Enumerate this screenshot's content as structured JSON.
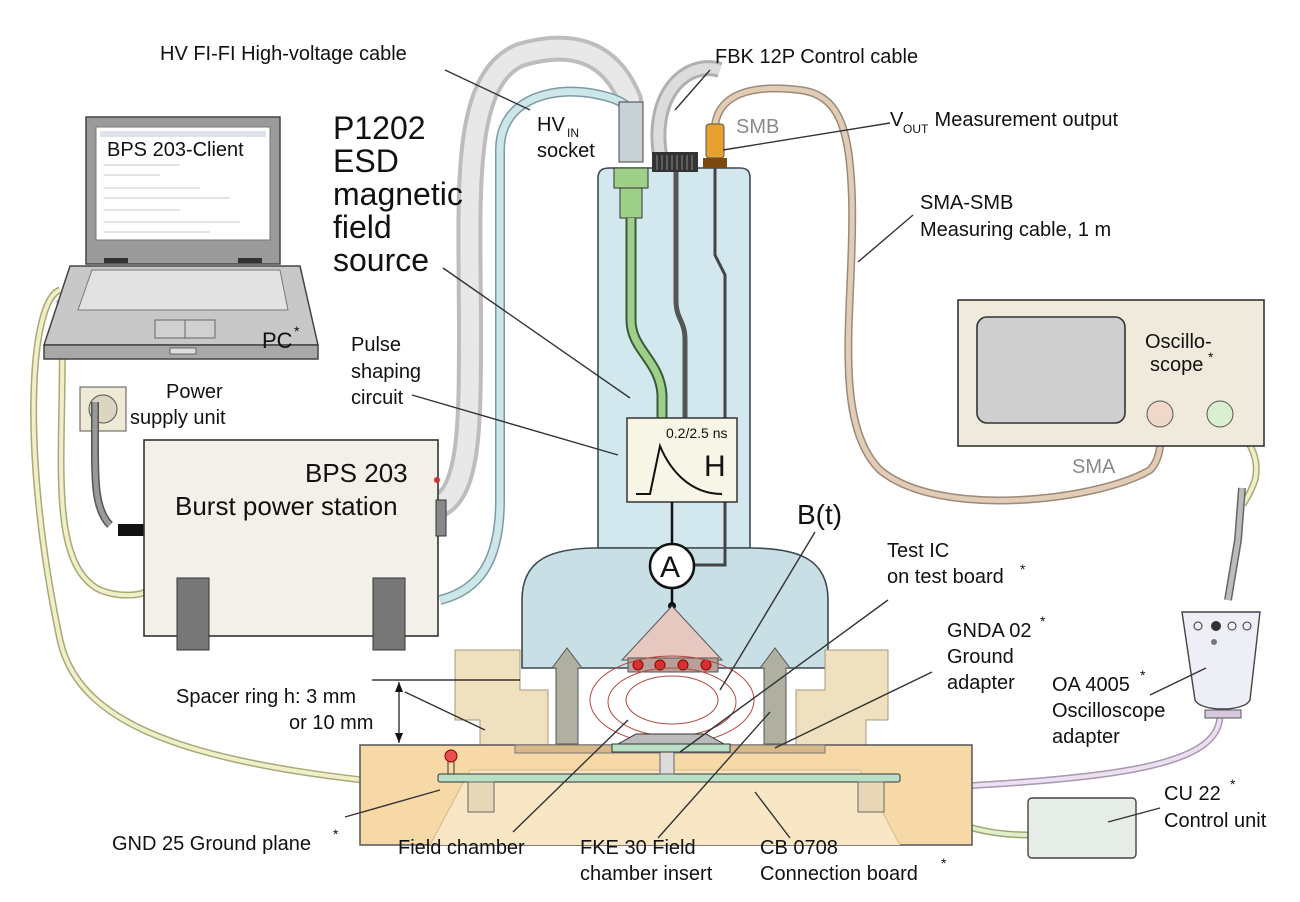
{
  "labels": {
    "hv_cable": "HV FI-FI High-voltage cable",
    "fbk_cable": "FBK 12P Control cable",
    "hv_in_main": "HV",
    "hv_in_sub": "IN",
    "hv_socket": "socket",
    "smb": "SMB",
    "vout_main": "V",
    "vout_sub": "OUT",
    "vout_rest": " Measurement output",
    "sma_smb_1": "SMA-SMB",
    "sma_smb_2": "Measuring cable, 1 m",
    "source_1": "P1202",
    "source_2": "ESD",
    "source_3": "magnetic",
    "source_4": "field",
    "source_5": "source",
    "pulse_1": "Pulse",
    "pulse_2": "shaping",
    "pulse_3": "circuit",
    "pulse_time": "0.2/2.5 ns",
    "h_symbol": "H",
    "ammeter": "A",
    "bt": "B(t)",
    "pc": "PC",
    "pc_star": "*",
    "client": "BPS 203-Client",
    "psu_1": "Power",
    "psu_2": "supply unit",
    "bps_1": "BPS 203",
    "bps_2": "Burst power station",
    "scope_1": "Oscillo-",
    "scope_2": "scope",
    "scope_star": "*",
    "sma": "SMA",
    "test_ic_1": "Test IC",
    "test_ic_2": "on test board",
    "test_ic_star": "*",
    "gnda_1": "GNDA 02",
    "gnda_star": "*",
    "gnda_2": "Ground",
    "gnda_3": "adapter",
    "oa_1": "OA 4005",
    "oa_star": "*",
    "oa_2": "Oscilloscope",
    "oa_3": "adapter",
    "spacer_1": "Spacer ring h:  3 mm",
    "spacer_2": "or 10 mm",
    "gnd25": "GND 25 Ground plane",
    "gnd25_star": "*",
    "field_chamber": "Field chamber",
    "fke_1": "FKE 30 Field",
    "fke_2": "chamber insert",
    "cb_1": "CB 0708",
    "cb_2": "Connection board",
    "cb_star": "*",
    "cu_1": "CU 22",
    "cu_star": "*",
    "cu_2": "Control unit"
  },
  "colors": {
    "housing": "#d3e8ee",
    "housing_stroke": "#3a4a50",
    "hv_green": "#9fd08a",
    "bps_fill": "#f2f0e8",
    "scope_fill": "#efeadb",
    "ground_plane": "#f7d9a8",
    "spacer": "#efe0c0",
    "pcb_green": "#b9dfc6",
    "cable_tan": "#d8c0a8",
    "cable_yellow": "#e6e6b0",
    "cable_lilac": "#d7c8e0",
    "smb_orange": "#e8a030",
    "probe_red": "#d83030"
  }
}
